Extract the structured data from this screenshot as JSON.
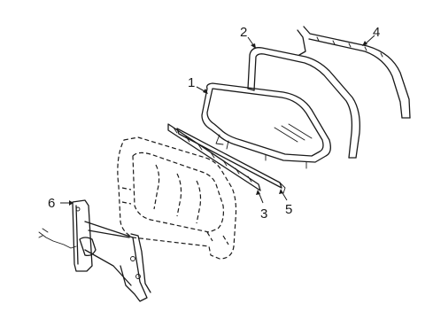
{
  "callouts": [
    {
      "id": "glass",
      "label": "1"
    },
    {
      "id": "run-channel",
      "label": "2"
    },
    {
      "id": "belt-weatherstrip",
      "label": "3"
    },
    {
      "id": "door-weatherstrip",
      "label": "4"
    },
    {
      "id": "outer-belt-molding",
      "label": "5"
    },
    {
      "id": "window-regulator",
      "label": "6"
    }
  ],
  "colors": {
    "line": "#1a1a1a",
    "background": "#ffffff"
  }
}
